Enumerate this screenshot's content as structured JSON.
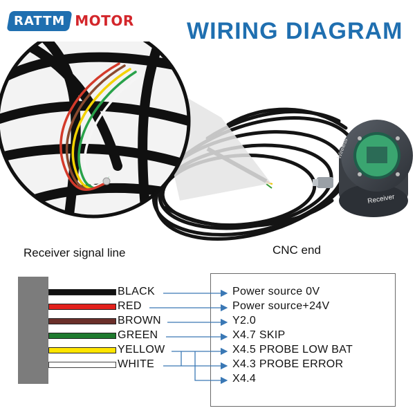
{
  "brand": {
    "name_part1": "RATTM",
    "name_part2": "MOTOR"
  },
  "title": "WIRING DIAGRAM",
  "labels": {
    "receiver": "Receiver signal line",
    "cnc": "CNC end"
  },
  "device": {
    "name": "Receiver",
    "brand": "Wireless"
  },
  "wires": [
    {
      "name": "BLACK",
      "color": "#111111"
    },
    {
      "name": "RED",
      "color": "#e2211c"
    },
    {
      "name": "BROWN",
      "color": "#6b2f2a"
    },
    {
      "name": "GREEN",
      "color": "#1e7a2e"
    },
    {
      "name": "YELLOW",
      "color": "#ffe500"
    },
    {
      "name": "WHITE",
      "color": "#ffffff"
    }
  ],
  "signals": [
    "Power source 0V",
    "Power source+24V",
    "Y2.0",
    "X4.7 SKIP",
    "X4.5 PROBE LOW BAT",
    "X4.3 PROBE ERROR",
    "X4.4"
  ],
  "arrow_color": "#3a78b5"
}
